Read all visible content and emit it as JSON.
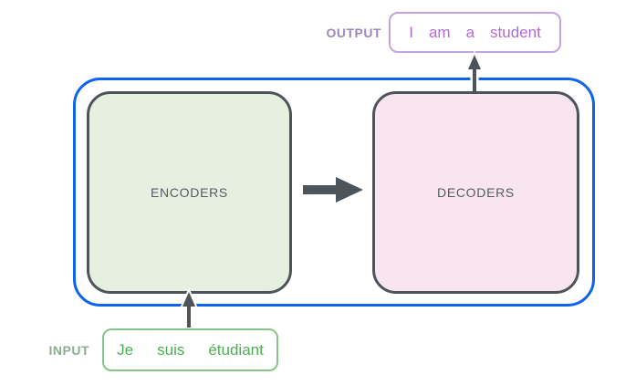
{
  "diagram": {
    "title_semantic": "transformer encoder-decoder overview",
    "output": {
      "label": "OUTPUT",
      "words": [
        "I",
        "am",
        "a",
        "student"
      ]
    },
    "input": {
      "label": "INPUT",
      "words": [
        "Je",
        "suis",
        "étudiant"
      ]
    },
    "encoders": {
      "label": "ENCODERS"
    },
    "decoders": {
      "label": "DECODERS"
    },
    "colors": {
      "container_border": "#0e64ee",
      "box_border": "#4d545a",
      "encoders_fill": "#e6f0e1",
      "decoders_fill": "#f9e5ee",
      "box_label": "#555c63",
      "arrow": "#4d545a",
      "output_border": "#c5a2e0",
      "output_text": "#b269d8",
      "output_label": "#9e88b6",
      "input_border": "#84c687",
      "input_text": "#4daf52",
      "input_label": "#8dac90"
    }
  }
}
